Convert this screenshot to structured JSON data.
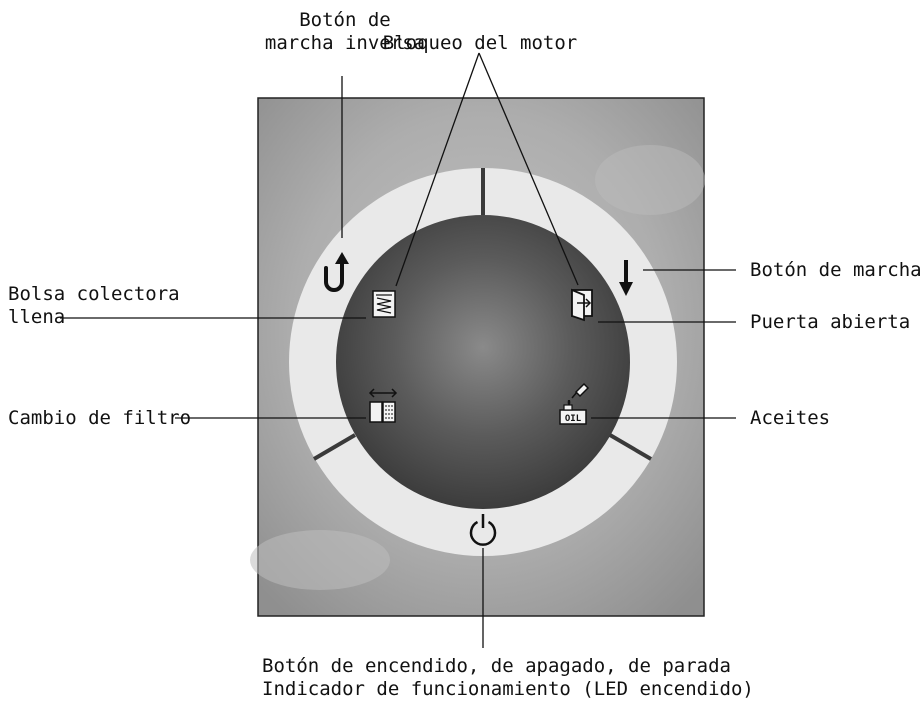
{
  "labels": {
    "reverse_button": [
      "Botón de",
      "marcha inversa"
    ],
    "motor_lock": "Bloqueo del motor",
    "forward_button": "Botón de marcha",
    "bag_full": [
      "Bolsa colectora",
      "llena"
    ],
    "door_open": "Puerta abierta",
    "filter_change": "Cambio de filtro",
    "oils": "Aceites",
    "power": [
      "Botón de encendido, de apagado, de parada",
      "Indicador de funcionamiento (LED encendido)"
    ]
  },
  "icons": {
    "reverse_icon": "u-turn-arrow-icon",
    "forward_icon": "down-arrow-icon",
    "bag_icon": "bag-full-icon",
    "door_icon": "door-open-icon",
    "filter_icon": "filter-change-icon",
    "oil_icon": "oil-can-icon",
    "oil_icon_text": "OIL",
    "power_icon": "power-icon"
  },
  "colors": {
    "panel": "#a8a8a8",
    "ring": "#e9e9e9",
    "center_dark": "#3c3c3c",
    "center_light": "#8a8a8a",
    "ink": "#111111"
  }
}
